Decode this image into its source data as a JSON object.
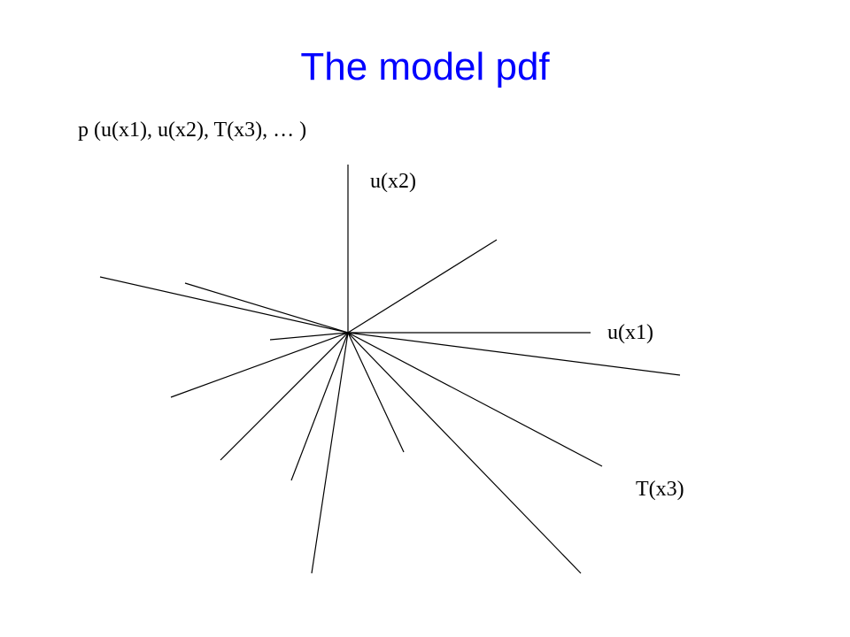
{
  "slide": {
    "title": "The model pdf",
    "formula": "p (u(x1), u(x2), T(x3), … )"
  },
  "diagram": {
    "labels": {
      "u_x2": "u(x2)",
      "u_x1": "u(x1)",
      "T_x3": "T(x3)"
    },
    "line_color": "#000000"
  },
  "colors": {
    "title": "#0000ff",
    "text": "#000000",
    "background": "#ffffff"
  }
}
